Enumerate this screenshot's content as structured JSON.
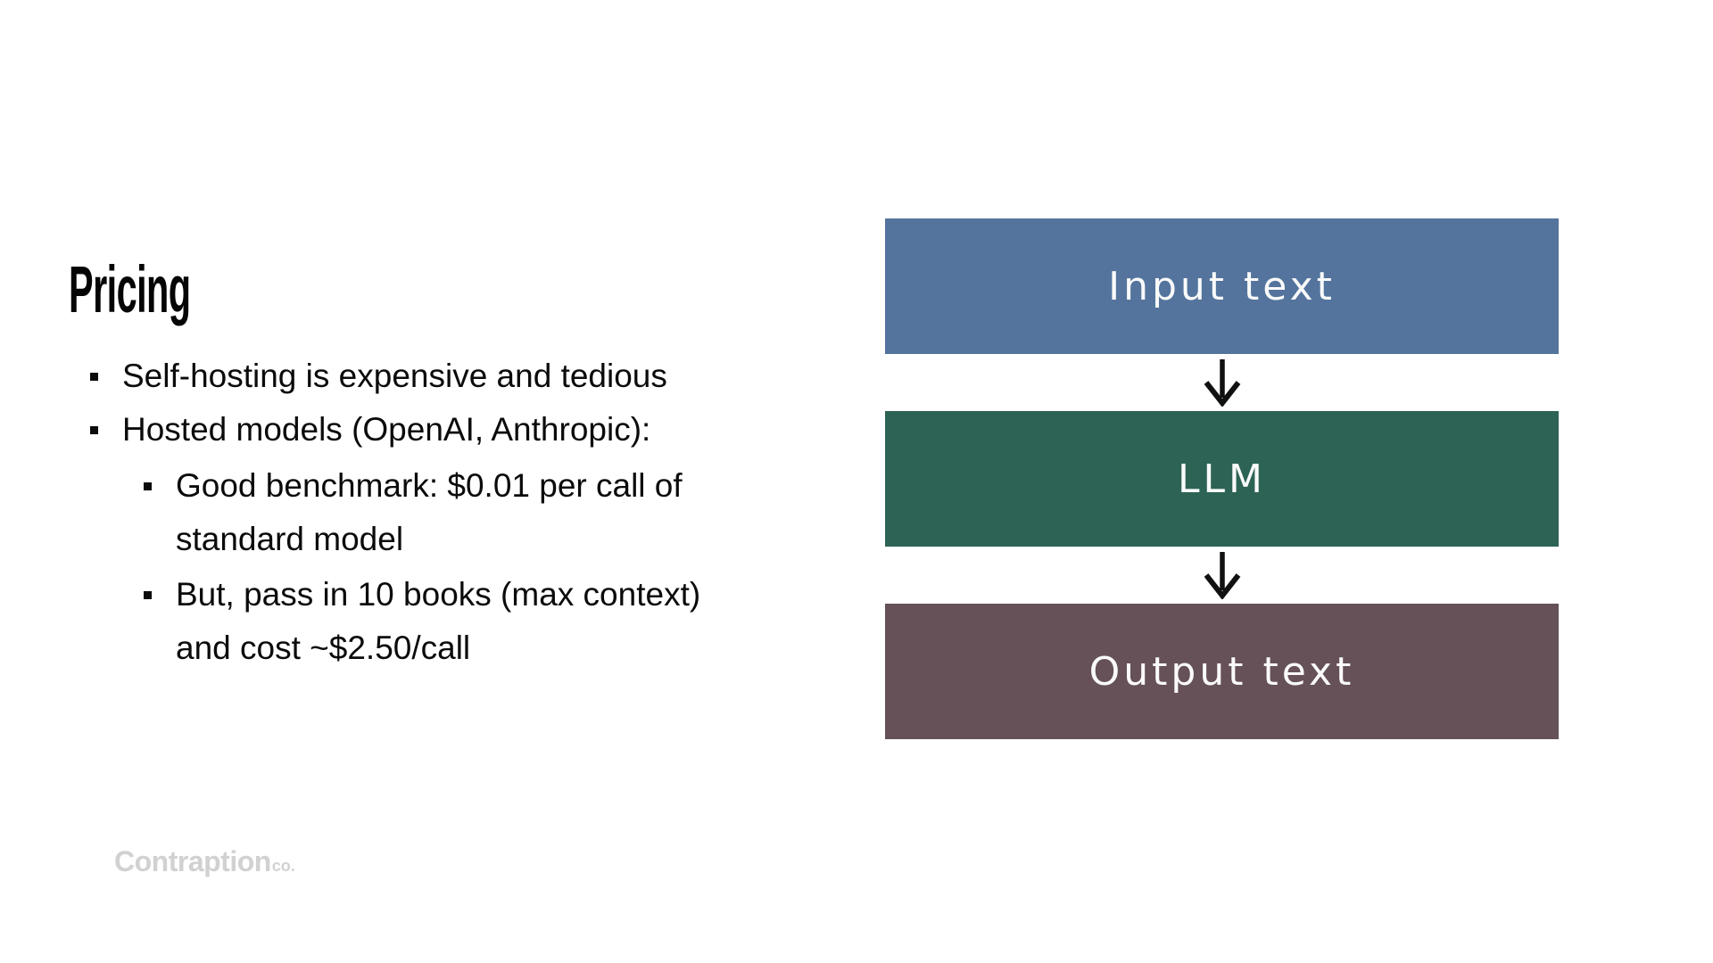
{
  "slide": {
    "title": "Pricing",
    "bullets": [
      {
        "text": "Self-hosting is expensive and tedious"
      },
      {
        "text": "Hosted models (OpenAI, Anthropic):",
        "children": [
          {
            "text": "Good benchmark: $0.01 per call of standard model"
          },
          {
            "text": "But, pass in 10 books (max context) and cost ~$2.50/call"
          }
        ]
      }
    ]
  },
  "diagram": {
    "nodes": [
      {
        "label": "Input text",
        "color": "#54749D"
      },
      {
        "label": "LLM",
        "color": "#2D6355"
      },
      {
        "label": "Output text",
        "color": "#665158"
      }
    ],
    "arrow_color": "#111111"
  },
  "footer": {
    "brand": "Contraption",
    "suffix": "co."
  }
}
